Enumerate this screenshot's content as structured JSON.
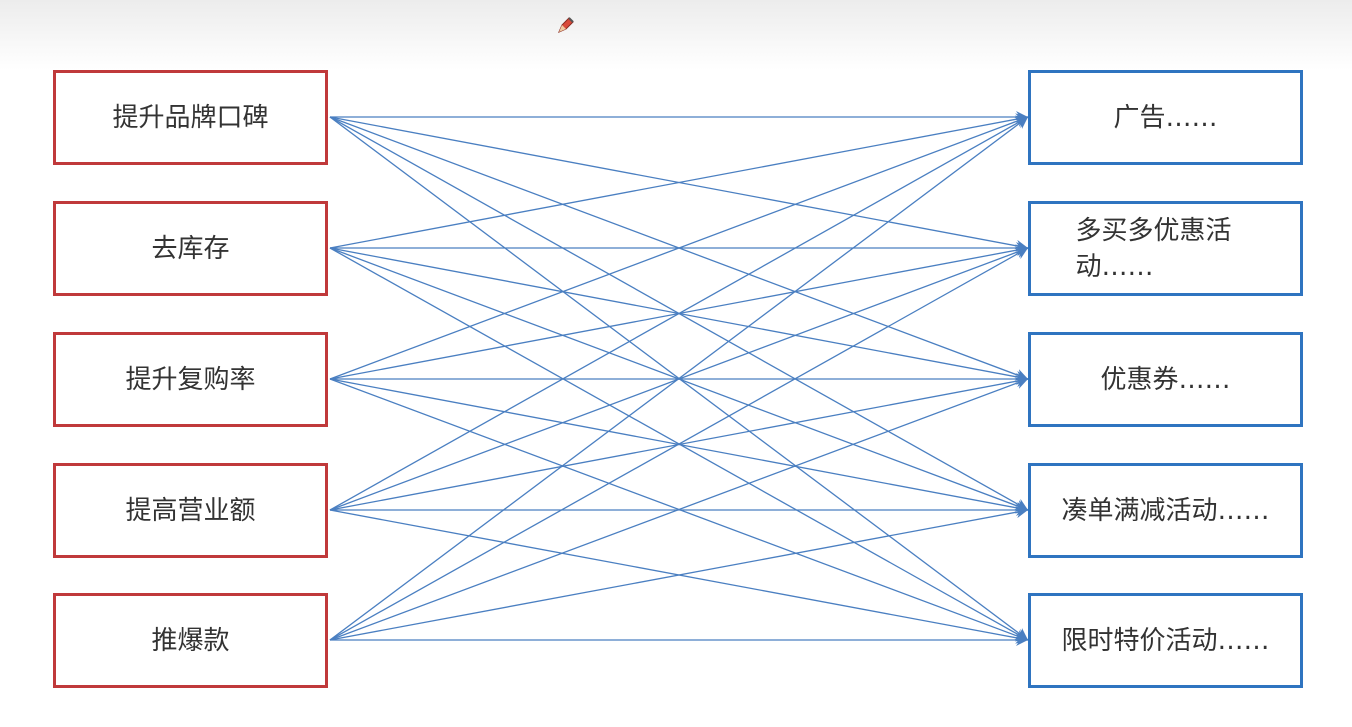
{
  "goals": [
    {
      "label": "提升品牌口碑"
    },
    {
      "label": "去库存"
    },
    {
      "label": "提升复购率"
    },
    {
      "label": "提高营业额"
    },
    {
      "label": "推爆款"
    }
  ],
  "tactics": [
    {
      "label": "广告……"
    },
    {
      "label": "多买多优惠活动……"
    },
    {
      "label": "优惠券……"
    },
    {
      "label": "凑单满减活动……"
    },
    {
      "label": "限时特价活动……"
    }
  ],
  "colors": {
    "goal_border": "#c0393b",
    "tactic_border": "#2f74c0",
    "link": "#4a7fc1"
  },
  "icons": {
    "annotation_tool": "pen-icon"
  }
}
